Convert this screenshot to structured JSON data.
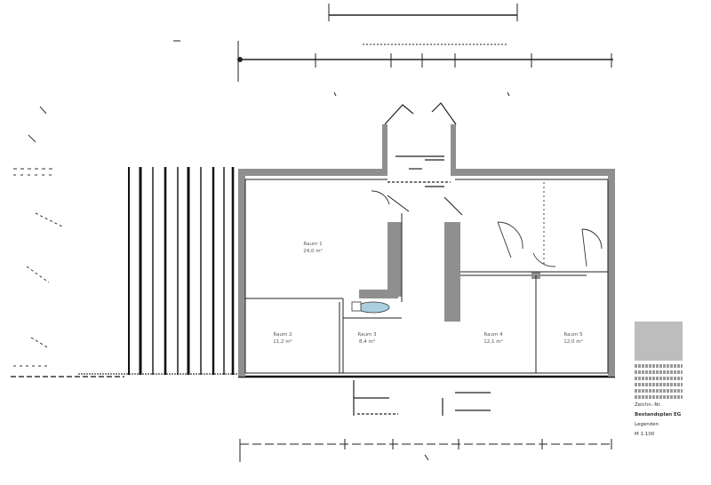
{
  "rooms": [
    {
      "id": "room-1",
      "label": "Raum 1",
      "area": "24,0 m²"
    },
    {
      "id": "room-2",
      "label": "Raum 2",
      "area": "11,2 m²"
    },
    {
      "id": "room-3",
      "label": "Raum 3",
      "area": "8,4 m²"
    },
    {
      "id": "room-4",
      "label": "Raum 4",
      "area": "12,1 m²"
    },
    {
      "id": "room-5",
      "label": "Raum 5",
      "area": "12,0 m²"
    }
  ],
  "title_block": {
    "line1": "Zeichn.-Nr.",
    "line2": "Bestandsplan EG",
    "line3": "Legenden",
    "scale": "M 1:100"
  },
  "colors": {
    "wall": "#8f8f8f",
    "line": "#1a1a1a",
    "fixture": "#a9cfe0"
  }
}
